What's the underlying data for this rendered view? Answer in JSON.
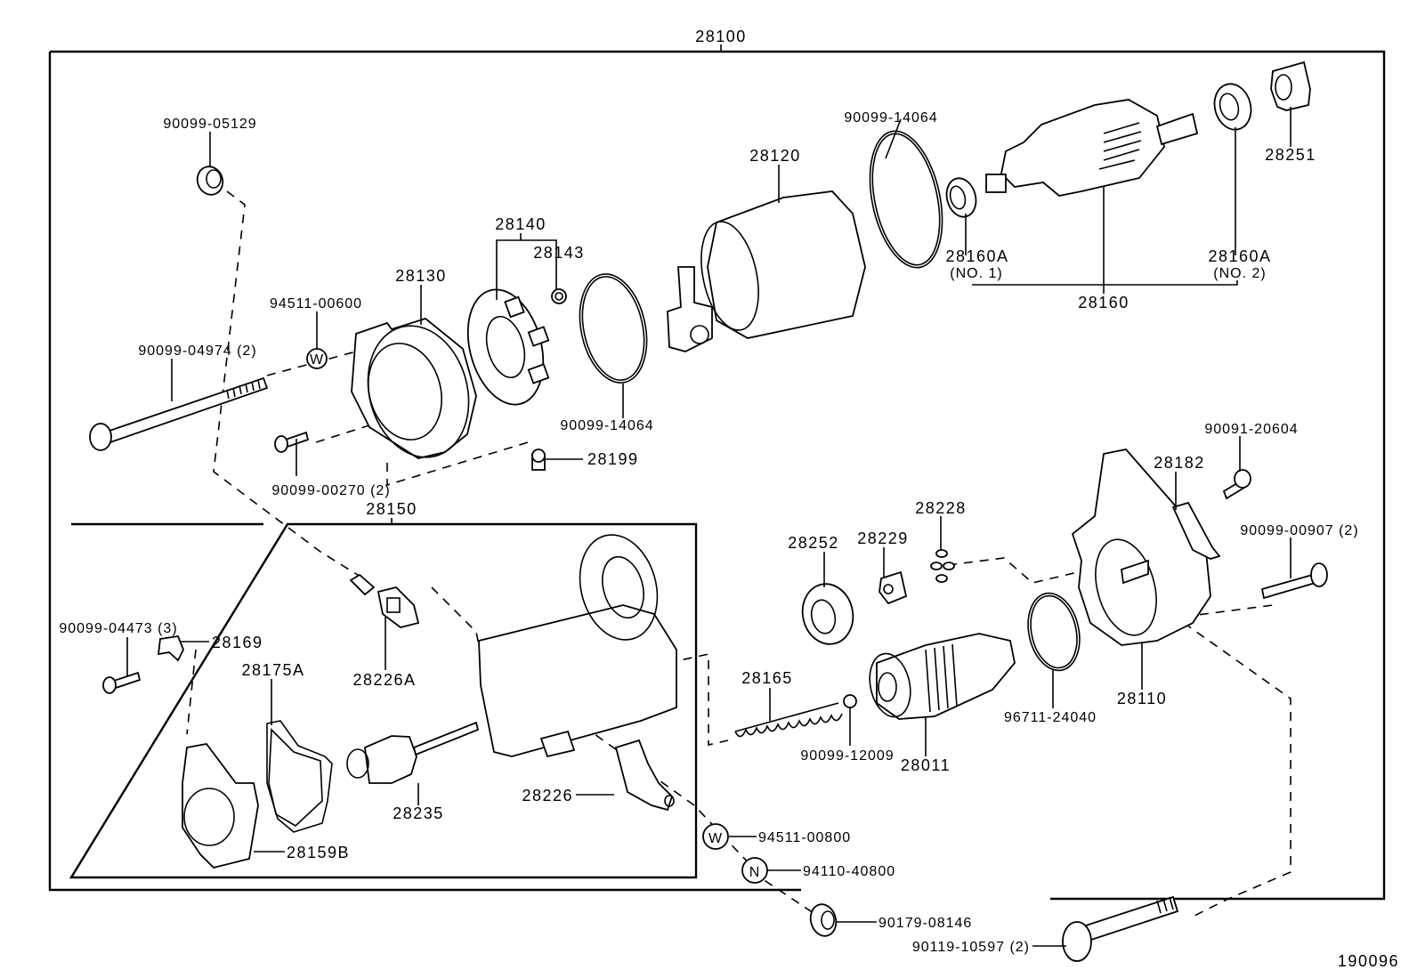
{
  "diagram": {
    "title": "Starter exploded parts diagram",
    "figure_id": "190096",
    "assembly_label": "28100",
    "subassembly_label": "28150",
    "labels": {
      "p_90099_05129": "90099-05129",
      "p_94511_00600": "94511-00600",
      "p_28130": "28130",
      "p_90099_04974": "90099-04974 (2)",
      "p_90099_00270": "90099-00270 (2)",
      "p_28140": "28140",
      "p_28143": "28143",
      "p_90099_14064_a": "90099-14064",
      "p_28199": "28199",
      "p_28120": "28120",
      "p_90099_14064_b": "90099-14064",
      "p_28160A_1": "28160A",
      "p_28160A_1_note": "(NO. 1)",
      "p_28160": "28160",
      "p_28160A_2": "28160A",
      "p_28160A_2_note": "(NO. 2)",
      "p_28251": "28251",
      "p_90091_20604": "90091-20604",
      "p_28182": "28182",
      "p_90099_00907": "90099-00907 (2)",
      "p_28228": "28228",
      "p_28229": "28229",
      "p_28252": "28252",
      "p_28165": "28165",
      "p_90099_12009": "90099-12009",
      "p_28011": "28011",
      "p_96711_24040": "96711-24040",
      "p_28110": "28110",
      "p_90099_04473": "90099-04473 (3)",
      "p_28169": "28169",
      "p_28175A": "28175A",
      "p_28226A": "28226A",
      "p_28235": "28235",
      "p_28159B": "28159B",
      "p_28226": "28226",
      "p_94511_00800": "94511-00800",
      "p_94110_40800": "94110-40800",
      "p_90179_08146": "90179-08146",
      "p_90119_10597": "90119-10597 (2)"
    },
    "symbols": {
      "washer_small": "W",
      "washer_large": "W",
      "nut": "N"
    }
  }
}
